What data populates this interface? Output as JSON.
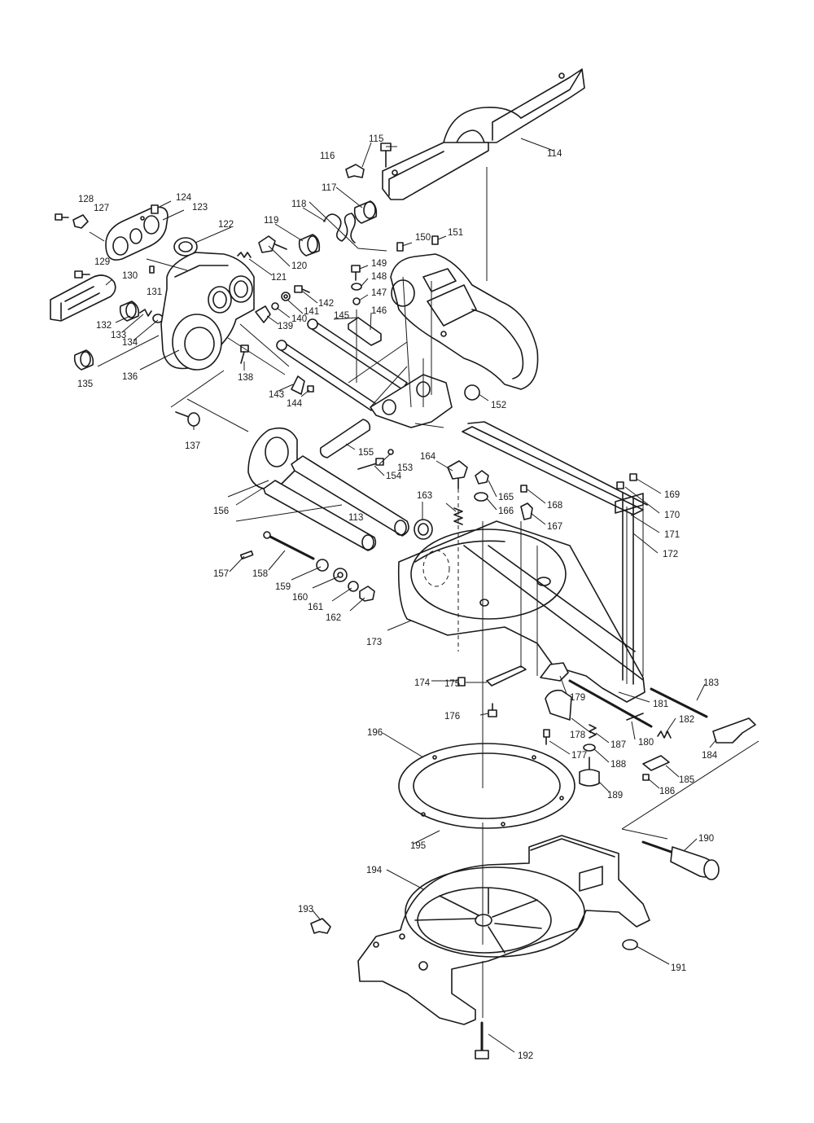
{
  "callouts": [
    "113",
    "114",
    "115",
    "116",
    "117",
    "118",
    "119",
    "120",
    "121",
    "122",
    "123",
    "124",
    "127",
    "128",
    "129",
    "130",
    "131",
    "132",
    "133",
    "134",
    "135",
    "136",
    "137",
    "138",
    "139",
    "140",
    "141",
    "142",
    "143",
    "144",
    "145",
    "146",
    "147",
    "148",
    "149",
    "150",
    "151",
    "152",
    "153",
    "154",
    "155",
    "156",
    "157",
    "158",
    "159",
    "160",
    "161",
    "162",
    "163",
    "164",
    "165",
    "166",
    "167",
    "168",
    "169",
    "170",
    "171",
    "172",
    "173",
    "174",
    "175",
    "176",
    "177",
    "178",
    "179",
    "180",
    "181",
    "182",
    "183",
    "184",
    "185",
    "186",
    "187",
    "188",
    "189",
    "190",
    "191",
    "192",
    "193",
    "194",
    "195",
    "196"
  ]
}
